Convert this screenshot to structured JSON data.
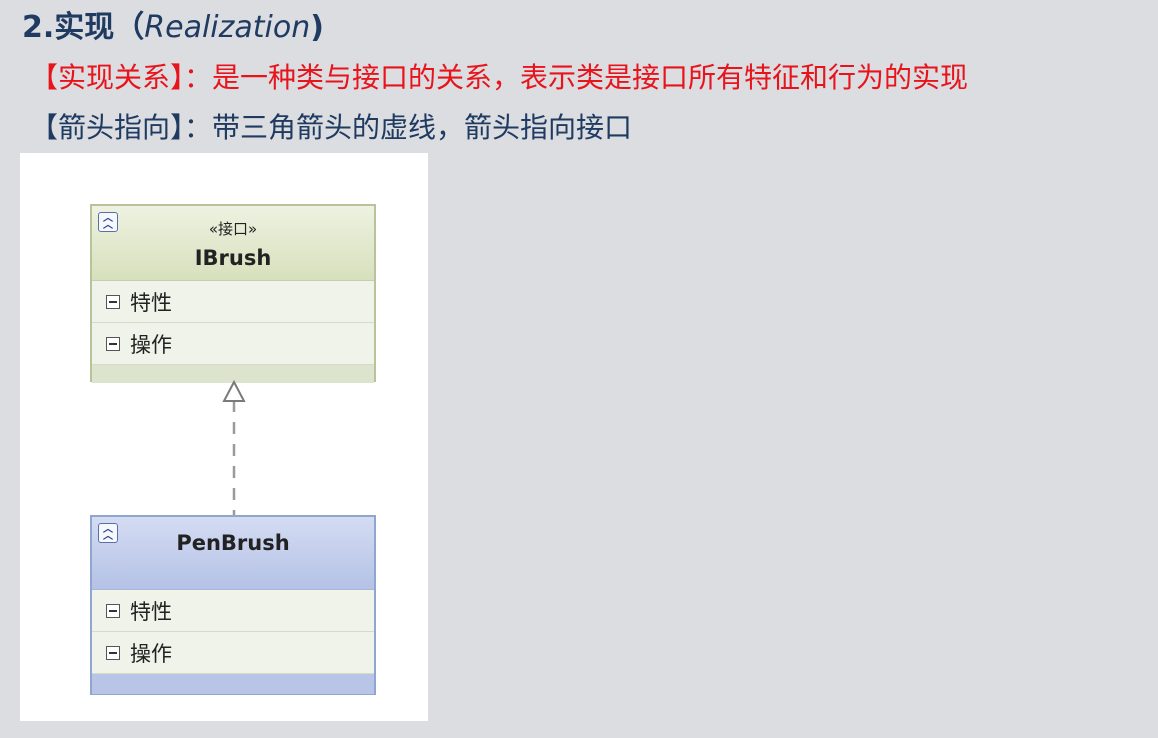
{
  "heading": {
    "number": "2.",
    "zh": "实现（",
    "en": "Realization",
    "close": ")"
  },
  "relation_line": "【实现关系】：是一种类与接口的关系，表示类是接口所有特征和行为的实现",
  "arrow_line": "【箭头指向】：带三角箭头的虚线，箭头指向接口",
  "diagram": {
    "interface": {
      "stereotype": "«接口»",
      "name": "IBrush",
      "compartments": [
        "特性",
        "操作"
      ]
    },
    "implementor": {
      "name": "PenBrush",
      "compartments": [
        "特性",
        "操作"
      ]
    },
    "connector": "realization-dashed-hollow-triangle"
  },
  "colors": {
    "title": "#1f3b61",
    "relation_text": "#e8141c",
    "interface_header": "#d7e0bd",
    "class_header": "#b5c2e6"
  }
}
